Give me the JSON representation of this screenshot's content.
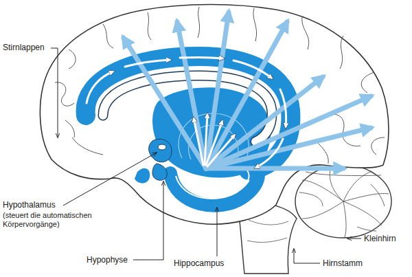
{
  "diagram": {
    "labels": [
      "Stirnlappen",
      "Hypothalamus",
      "(steuert die automatischen Körpervorgänge)",
      "Hypophyse",
      "Hippocampus",
      "Kleinhirn",
      "Hirnstamm"
    ]
  }
}
